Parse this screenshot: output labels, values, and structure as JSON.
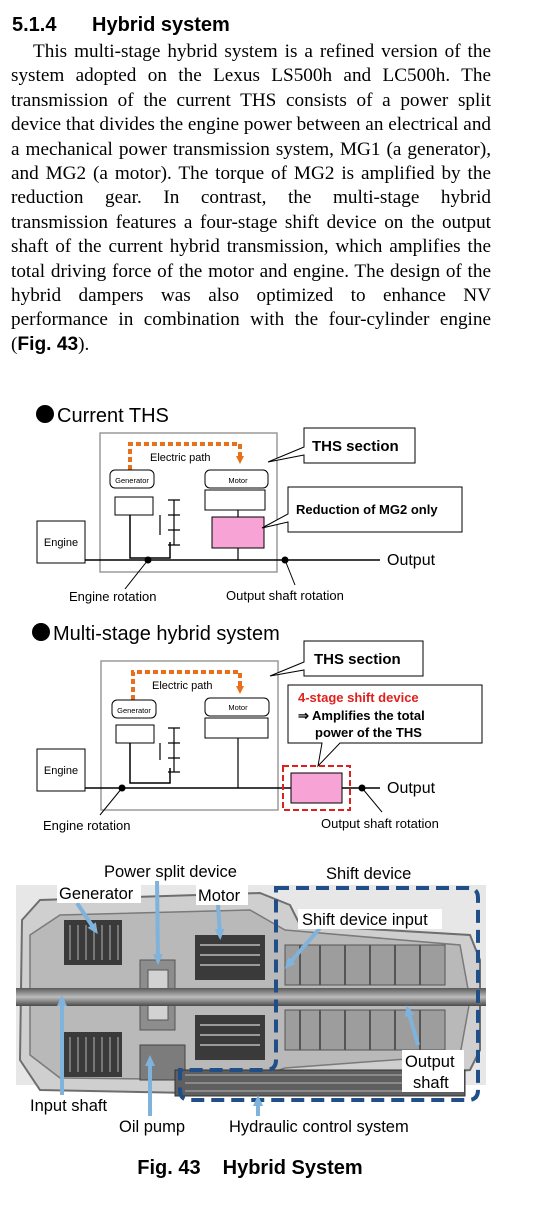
{
  "section": {
    "number": "5.1.4",
    "title": "Hybrid system"
  },
  "paragraph": {
    "text_before": "This multi-stage hybrid system is a refined version of the system adopted on the Lexus LS500h and LC500h. The transmission of the current THS consists of a power split device that divides the engine power between an electrical and a mechanical power transmission system, MG1 (a generator), and MG2 (a motor). The torque of MG2 is amplified by the reduction gear. In contrast, the multi-stage hybrid transmission features a four-stage shift device on the output shaft of the current hybrid transmission, which amplifies the total driving force of the motor and engine. The design of the hybrid dampers was also optimized to enhance NV performance in combination with the four-cylinder engine (",
    "fig_ref": "Fig. 43",
    "text_after": ")."
  },
  "diagram_current": {
    "title": "Current THS",
    "electric_path": "Electric path",
    "generator": "Generator",
    "motor": "Motor",
    "engine": "Engine",
    "ths_section": "THS section",
    "reduction_label": "Reduction of MG2 only",
    "output": "Output",
    "engine_rotation": "Engine rotation",
    "output_shaft_rotation": "Output shaft rotation"
  },
  "diagram_multistage": {
    "title": "Multi-stage hybrid system",
    "electric_path": "Electric path",
    "generator": "Generator",
    "motor": "Motor",
    "engine": "Engine",
    "ths_section": "THS section",
    "shift_title": "4-stage shift device",
    "shift_line1": "⇒ Amplifies the total",
    "shift_line2": "power of the THS",
    "output": "Output",
    "engine_rotation": "Engine rotation",
    "output_shaft_rotation": "Output shaft rotation"
  },
  "cutaway": {
    "power_split_device": "Power split device",
    "generator": "Generator",
    "motor": "Motor",
    "shift_device": "Shift device",
    "shift_device_input": "Shift device input",
    "output_shaft_line1": "Output",
    "output_shaft_line2": "shaft",
    "input_shaft": "Input shaft",
    "oil_pump": "Oil pump",
    "hydraulic_control_system": "Hydraulic control system"
  },
  "caption": {
    "number": "Fig. 43",
    "title": "Hybrid System"
  },
  "colors": {
    "orange": "#e8701a",
    "pink": "#f7a3d6",
    "red": "#e0201c",
    "blue": "#1f4f86",
    "callout_blue": "#7fb3dc"
  }
}
